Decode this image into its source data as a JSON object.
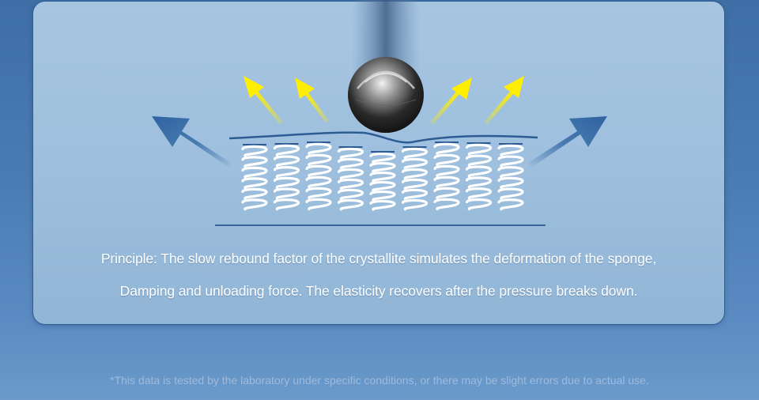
{
  "principle": {
    "line1": "Principle: The slow rebound factor of the crystallite simulates the deformation of the sponge,",
    "line2": "Damping and unloading force. The elasticity recovers after the pressure breaks down."
  },
  "disclaimer": "*This data is tested by the laboratory under specific conditions, or there may be slight errors due to actual use.",
  "colors": {
    "background": "#4a7bb3",
    "panel": "#a6c5e1",
    "yellow_arrow": "#ffee00",
    "blue_arrow": "#3a6ea8",
    "spring": "#ffffff"
  },
  "illustration": {
    "spring_count": 9,
    "icons": [
      "steel-ball-icon",
      "arrow-up-left-icon",
      "arrow-up-right-icon",
      "coil-spring-icon"
    ]
  }
}
